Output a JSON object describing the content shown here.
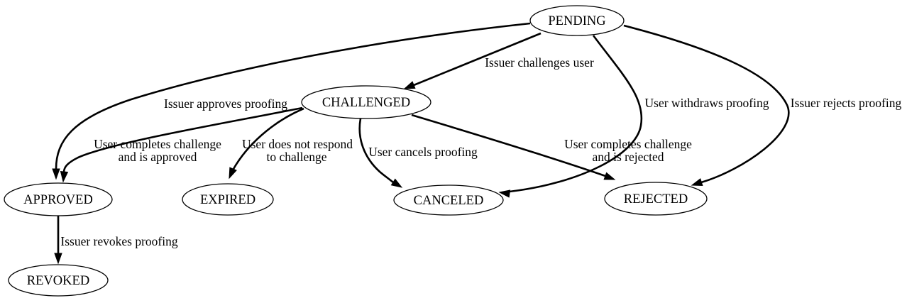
{
  "diagram": {
    "type": "state-diagram",
    "colors": {
      "background": "#ffffff",
      "node_fill": "#ffffff",
      "line": "#000000",
      "text": "#000000"
    },
    "nodes": [
      {
        "id": "pending",
        "label": "PENDING"
      },
      {
        "id": "challenged",
        "label": "CHALLENGED"
      },
      {
        "id": "approved",
        "label": "APPROVED"
      },
      {
        "id": "expired",
        "label": "EXPIRED"
      },
      {
        "id": "canceled",
        "label": "CANCELED"
      },
      {
        "id": "rejected",
        "label": "REJECTED"
      },
      {
        "id": "revoked",
        "label": "REVOKED"
      }
    ],
    "edges": [
      {
        "from": "PENDING",
        "to": "CHALLENGED",
        "lines": [
          "Issuer challenges user"
        ]
      },
      {
        "from": "PENDING",
        "to": "APPROVED",
        "lines": [
          "Issuer approves proofing"
        ]
      },
      {
        "from": "PENDING",
        "to": "CANCELED",
        "lines": [
          "User withdraws proofing"
        ]
      },
      {
        "from": "PENDING",
        "to": "REJECTED",
        "lines": [
          "Issuer rejects proofing"
        ]
      },
      {
        "from": "CHALLENGED",
        "to": "APPROVED",
        "lines": [
          "User completes challenge",
          "and is approved"
        ]
      },
      {
        "from": "CHALLENGED",
        "to": "EXPIRED",
        "lines": [
          "User does not respond",
          "to challenge"
        ]
      },
      {
        "from": "CHALLENGED",
        "to": "CANCELED",
        "lines": [
          "User cancels proofing"
        ]
      },
      {
        "from": "CHALLENGED",
        "to": "REJECTED",
        "lines": [
          "User completes challenge",
          "and is rejected"
        ]
      },
      {
        "from": "APPROVED",
        "to": "REVOKED",
        "lines": [
          "Issuer revokes proofing"
        ]
      }
    ]
  }
}
